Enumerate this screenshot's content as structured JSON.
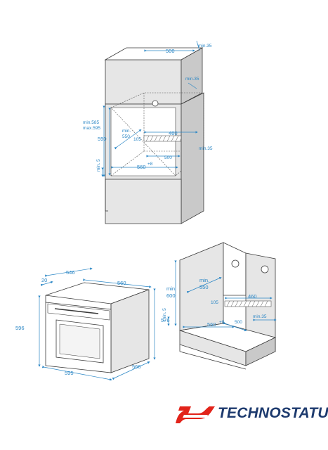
{
  "diagram1": {
    "top_width": "500",
    "top_gap": "min.35",
    "side_gap": "min.35",
    "height_range": "min.585\nmax.595",
    "height": "590",
    "depth": "min.\n550",
    "inner_width": "460",
    "rail_height": "105",
    "bottom_gap": "min.35",
    "width_tol": "560",
    "tol_sup": "+8",
    "front_depth": "500",
    "min5": "min. 5"
  },
  "diagram2": {
    "depth_546": "546",
    "offset_20": "20",
    "top_560": "560",
    "height_596": "596",
    "height_576": "576",
    "width_595": "595",
    "depth_566": "566"
  },
  "diagram3": {
    "height": "min.\n600",
    "depth": "min.\n550",
    "inner_width": "460",
    "rail_height": "105",
    "min5": "min. 5",
    "width_tol": "560",
    "tol_sup": "+8",
    "front_depth": "500",
    "bottom_gap": "min.35"
  },
  "logo": {
    "text": "TECHNOSTATUS",
    "brand_color": "#1d3a6e",
    "accent_color": "#e2231a"
  }
}
